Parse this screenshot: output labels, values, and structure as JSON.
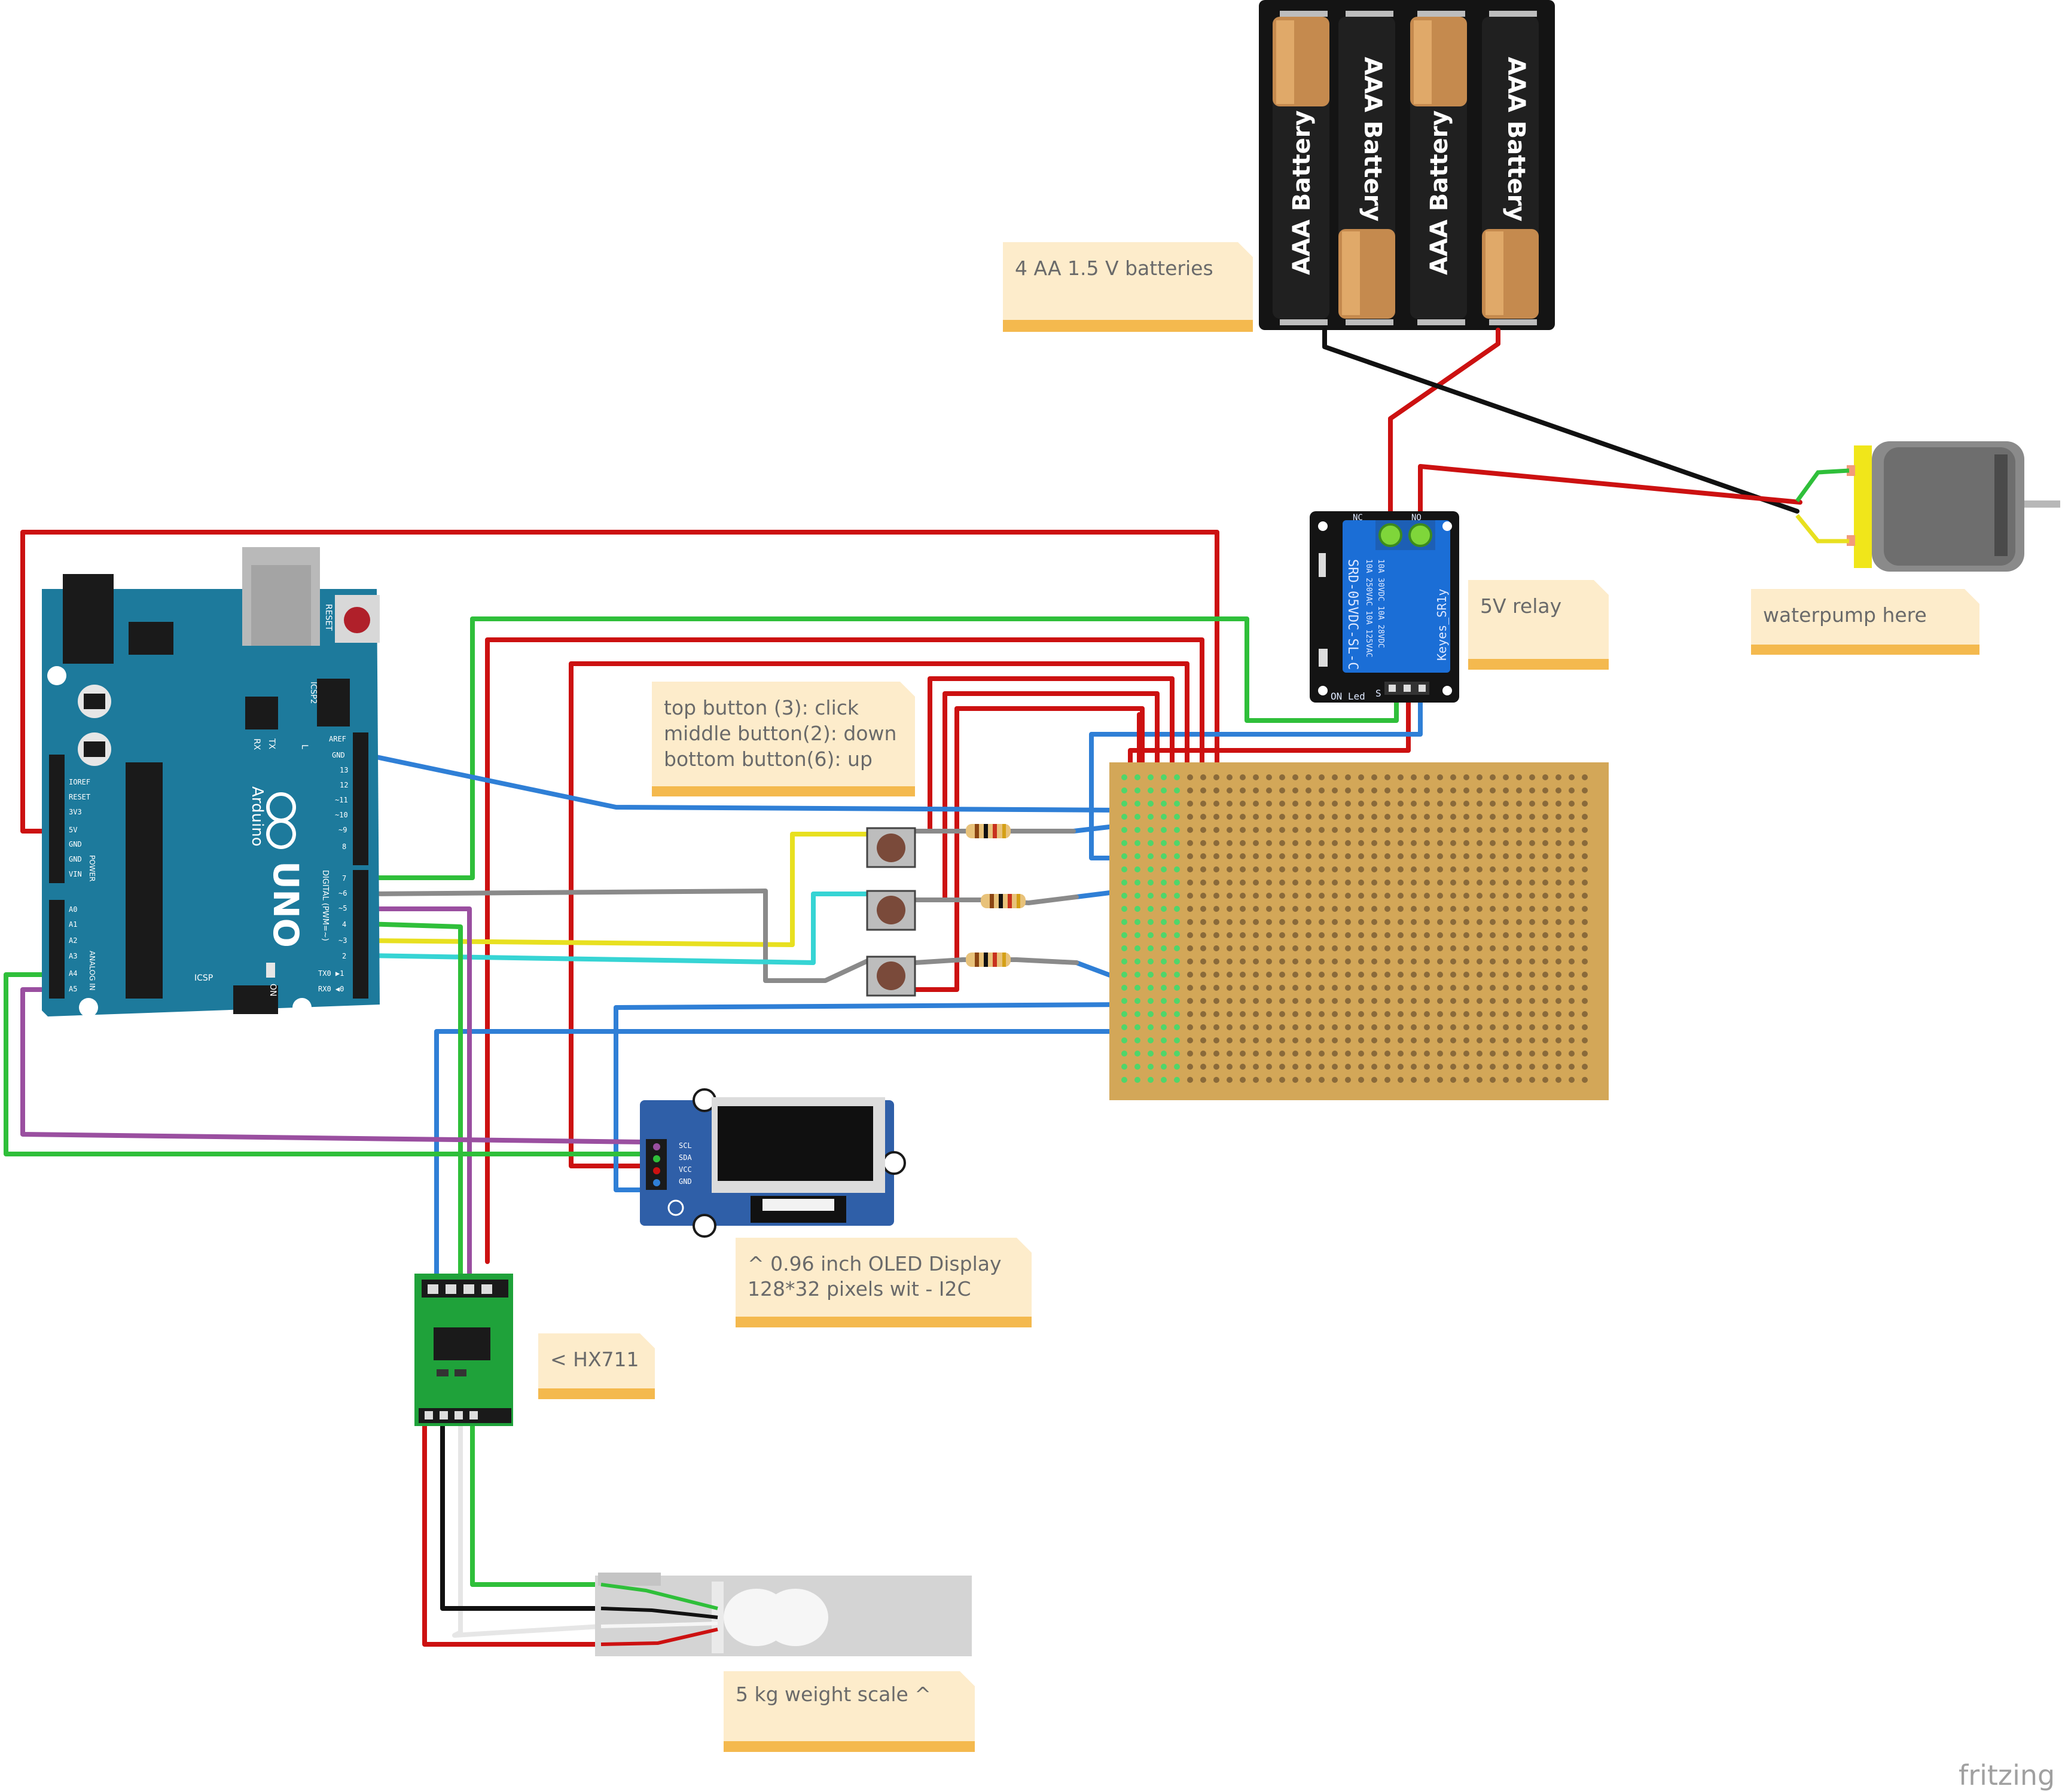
{
  "notes": {
    "batteries": "4 AA 1.5 V batteries",
    "relay": "5V relay",
    "pump": "waterpump here",
    "buttons": [
      "top button (3): click",
      "middle button(2): down",
      "bottom button(6):  up"
    ],
    "oled": [
      "^ 0.96 inch OLED Display",
      "128*32 pixels wit - I2C"
    ],
    "hx711": "< HX711",
    "scale": "5 kg weight scale ^"
  },
  "battery": {
    "cell_label": "AAA Battery"
  },
  "arduino": {
    "brand": "Arduino",
    "model": "UNO",
    "reset_label": "RESET",
    "icsp2_label": "ICSP2",
    "icsp_label": "ICSP",
    "tx_label": "TX",
    "rx_label": "RX",
    "l_label": "L",
    "on_label": "ON",
    "digital_label": "DIGITAL (PWM=~)",
    "power_label": "POWER",
    "analog_label": "ANALOG IN",
    "power_pins": [
      "IOREF",
      "RESET",
      "3V3",
      "5V",
      "GND",
      "GND",
      "VIN"
    ],
    "analog_pins": [
      "A0",
      "A1",
      "A2",
      "A3",
      "A4",
      "A5"
    ],
    "digital_top_pins": [
      "AREF",
      "GND",
      "13",
      "12",
      "~11",
      "~10",
      "~9",
      "8"
    ],
    "digital_bottom_pins": [
      "7",
      "~6",
      "~5",
      "4",
      "~3",
      "2",
      "TX0 ▶1",
      "RX0 ◀0"
    ]
  },
  "relay_module": {
    "nc_label": "NC",
    "no_label": "NO",
    "model": "SRD-05VDC-SL-C",
    "rating_a": "10A 250VAC  10A 125VAC",
    "rating_b": "10A  30VDC  10A  28VDC",
    "brand": "Keyes_SR1y",
    "on_led": "ON Led",
    "pin_s": "S"
  },
  "oled_module": {
    "pins": [
      "SCL",
      "SDA",
      "VCC",
      "GND"
    ]
  },
  "watermark": "fritzing",
  "colors": {
    "wire_red": "#cc1111",
    "wire_blue": "#2f7fd6",
    "wire_green": "#2fbf3a",
    "wire_yellow": "#e8e020",
    "wire_gray": "#8a8a8a",
    "wire_cyan": "#36d4d4",
    "wire_purple": "#9a4fa0",
    "wire_black": "#111111",
    "wire_white": "#f4f4f4",
    "arduino_board": "#1d7a9c",
    "stripboard": "#d3a758",
    "note_bg": "#fdeccb",
    "note_edge": "#f4b94e",
    "relay_blue": "#1b6ed6"
  }
}
